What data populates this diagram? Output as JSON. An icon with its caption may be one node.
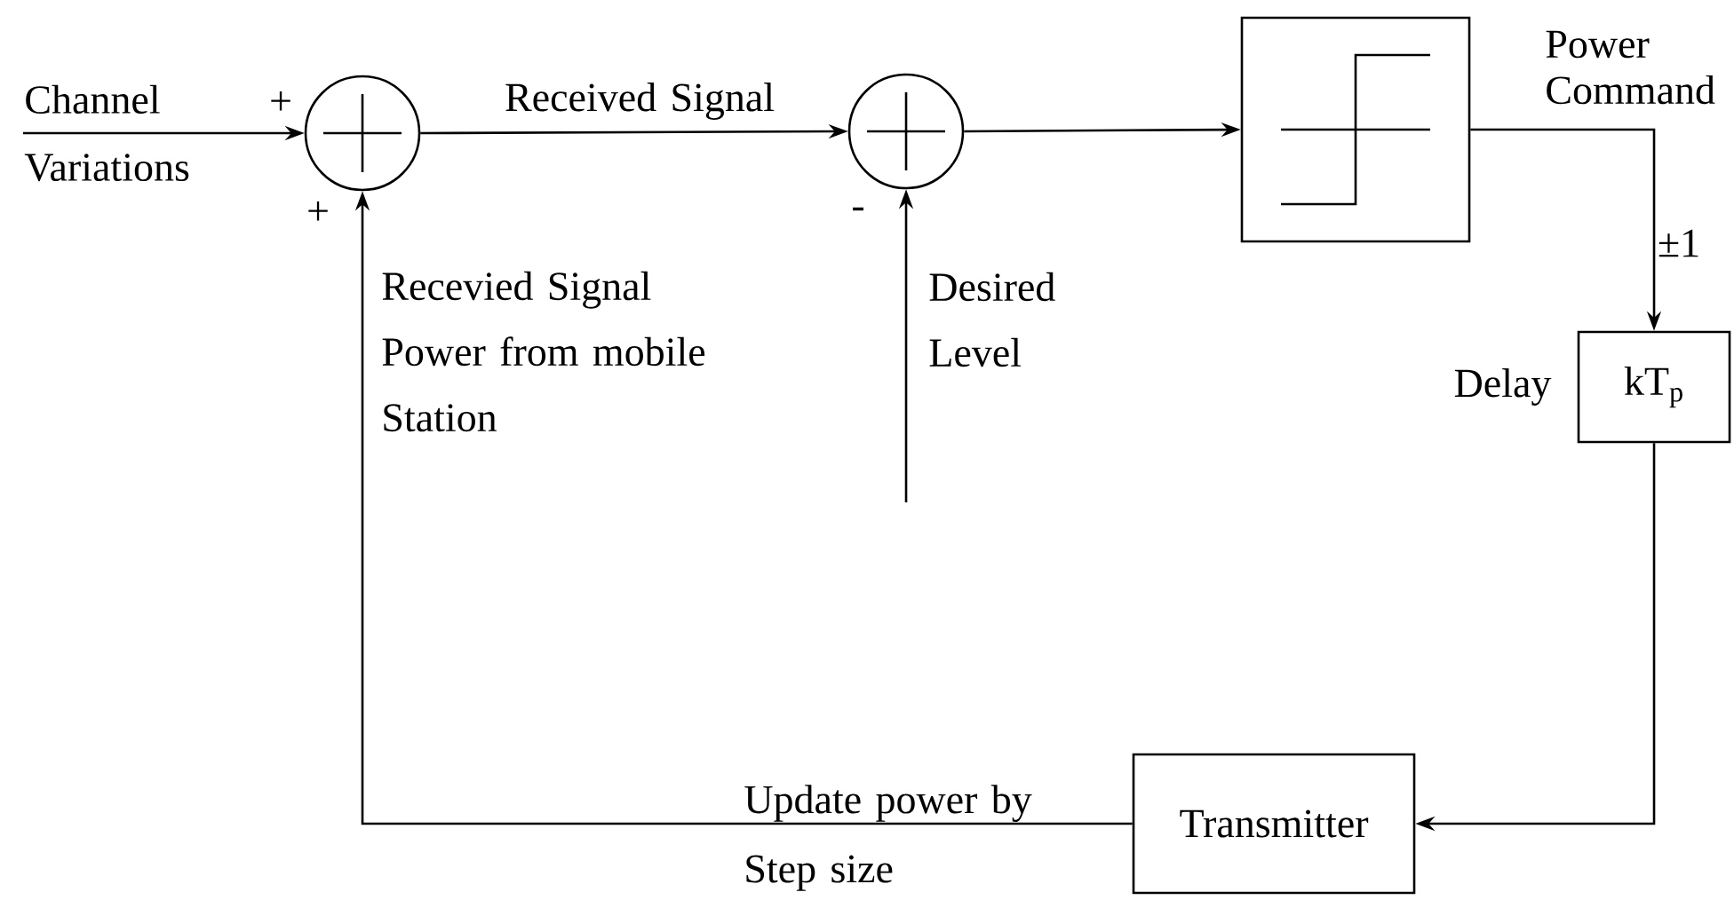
{
  "diagram": {
    "nodes": [
      {
        "text": [],
        "shape": "circle"
      },
      {
        "text": [],
        "shape": "circle"
      },
      {
        "text": [],
        "shape": "box"
      },
      {
        "text": [
          "kT$_{p}$"
        ],
        "beside": [
          "Delay"
        ]
      },
      {
        "text": [
          "Transmitter"
        ]
      }
    ],
    "edges": [
      {
        "from": null,
        "to": 0,
        "arrow": "to",
        "label": "Channel Variations"
      },
      {
        "from": 0,
        "to": 1,
        "arrow": "to",
        "label": "Received Signal"
      },
      {
        "from": 1,
        "to": 2,
        "arrow": "to"
      },
      {
        "from": 2,
        "to": 3,
        "arrow": "to",
        "label": "Power Command"
      },
      {
        "from": 3,
        "to": 4,
        "arrow": "to"
      },
      {
        "from": 4,
        "to": 0,
        "arrow": "to",
        "label": "Update power by Step size"
      },
      {
        "from": null,
        "to": 1,
        "arrow": "to",
        "label": "Desired Level"
      }
    ],
    "labels": [
      "+",
      "+",
      "Recevied Signal Power from mobile Station",
      "-",
      "±1"
    ]
  }
}
